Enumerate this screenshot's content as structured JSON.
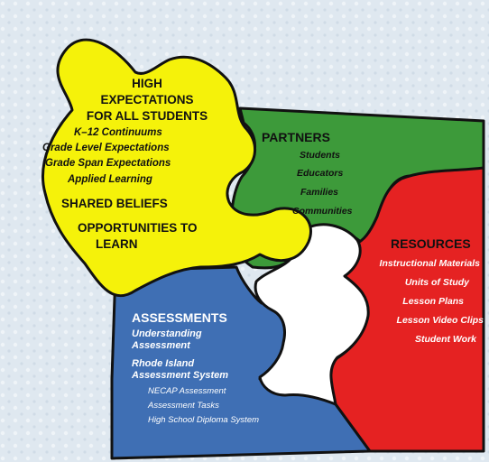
{
  "colors": {
    "yellow": "#f5f20a",
    "green": "#3d9a3a",
    "red": "#e52222",
    "blue": "#3f6fb4",
    "white_piece": "#ffffff",
    "background": "#dfe8f0"
  },
  "yellow_piece": {
    "heading_lines": [
      "HIGH",
      "EXPECTATIONS",
      "FOR ALL STUDENTS"
    ],
    "items": [
      "K–12 Continuums",
      "Grade Level Expectations",
      "Grade Span Expectations",
      "Applied Learning"
    ],
    "shared_beliefs": "SHARED BELIEFS",
    "opportunities_lines": [
      "OPPORTUNITIES TO",
      "LEARN"
    ]
  },
  "green_piece": {
    "title": "PARTNERS",
    "items": [
      "Students",
      "Educators",
      "Families",
      "Communities"
    ]
  },
  "red_piece": {
    "title": "RESOURCES",
    "items": [
      "Instructional Materials",
      "Units of Study",
      "Lesson Plans",
      "Lesson Video Clips",
      "Student Work"
    ]
  },
  "blue_piece": {
    "title": "ASSESSMENTS",
    "groups": [
      {
        "lines": [
          "Understanding",
          "Assessment"
        ]
      },
      {
        "lines": [
          "Rhode Island",
          "Assessment System"
        ]
      }
    ],
    "sub_items": [
      "NECAP Assessment",
      "Assessment Tasks",
      "High School Diploma System"
    ]
  }
}
